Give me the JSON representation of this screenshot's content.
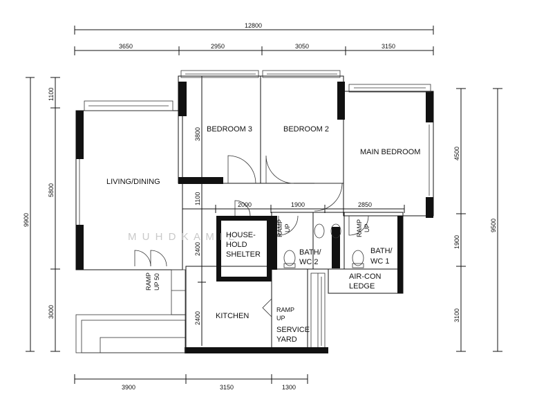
{
  "rooms": {
    "living_dining": "LIVING/DINING",
    "bedroom3": "BEDROOM 3",
    "bedroom2": "BEDROOM 2",
    "main_bedroom": "MAIN BEDROOM",
    "household_shelter_1": "HOUSE-",
    "household_shelter_2": "HOLD",
    "household_shelter_3": "SHELTER",
    "kitchen": "KITCHEN",
    "service_yard_1": "SERVICE",
    "service_yard_2": "YARD",
    "bath2_1": "BATH/",
    "bath2_2": "WC 2",
    "bath1_1": "BATH/",
    "bath1_2": "WC 1",
    "aircon_1": "AIR-CON",
    "aircon_2": "LEDGE"
  },
  "ramps": {
    "ramp_up_50_1": "RAMP",
    "ramp_up_50_2": "UP 50",
    "ramp_bath2_1": "RAMP",
    "ramp_bath2_2": "UP",
    "ramp_bath1_1": "RAMP",
    "ramp_bath1_2": "UP",
    "ramp_yard_1": "RAMP",
    "ramp_yard_2": "UP"
  },
  "dimensions": {
    "top_total": "12800",
    "top_1": "3650",
    "top_2": "2950",
    "top_3": "3050",
    "top_4": "3150",
    "bottom_1": "3900",
    "bottom_2": "3150",
    "bottom_3": "1300",
    "left_total": "9900",
    "left_1": "1100",
    "left_2": "5800",
    "left_3": "3000",
    "right_total": "9500",
    "right_1": "4500",
    "right_2": "1900",
    "right_3": "3100",
    "inner_bed3_height": "3800",
    "inner_1100": "1100",
    "inner_2400_a": "2400",
    "inner_2400_b": "2400",
    "inner_2000": "2000",
    "inner_1900": "1900",
    "inner_2850": "2850"
  },
  "watermark": "M U H D K A M I L"
}
